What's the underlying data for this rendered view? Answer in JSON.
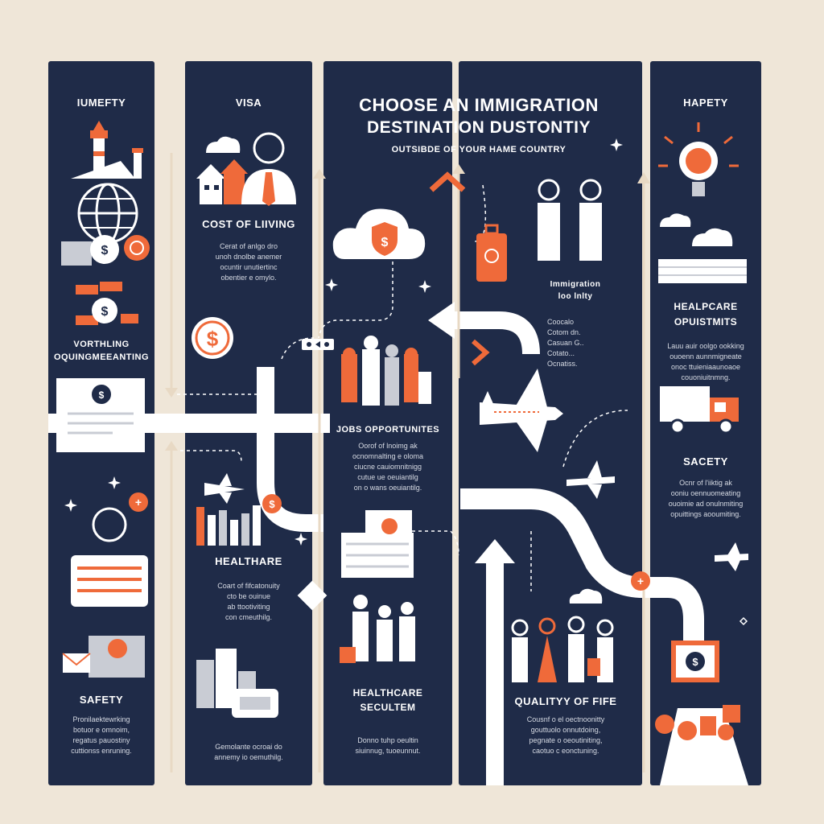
{
  "colors": {
    "background": "#efe6d8",
    "panel": "#1f2b48",
    "accent": "#ef6a3a",
    "road": "#ffffff",
    "arrow": "#e8d9c4"
  },
  "title": {
    "line1": "CHOOSE AN IMMIGRATION",
    "line2": "DESTINATION DUSTONTIY",
    "subtitle": "OUTSIBDE OF YOUR HAME COUNTRY"
  },
  "columns": {
    "col1": {
      "heading": "IUMEFTY",
      "section2": "Vorthling\noquingmeeanting",
      "section3": "SAFETY",
      "section3_text": "Pronilaektewrking\nbotuor e omnoim,\nregatus pauostiny\ncuttionss enruning."
    },
    "col2": {
      "heading": "VISA",
      "section1": "COST OF LIIVING",
      "section1_text": "Cerat of anlgo dro\nunoh dnolbe anemer\nocuntir unutiertinc\nobentier e omylo.",
      "section2": "HEALTHARE",
      "section2_text": "Coart of fifcatonuity\ncto be ouinue\nab ttootiviting\ncon cmeuthilg.",
      "section3_text": "Gemolante ocroai do\nannemy io oemuthilg."
    },
    "col3": {
      "section1": "JOBS OPPORTUNITES",
      "section1_text": "Oorof of lnoimg ak\nocnomnalting e oloma\nciucne cauiomnitnigg\ncutue ue oeuiantilg\non o wans oeuiantilg.",
      "section2": "HEALTHCARE\nSECULTEM",
      "section2_text": "Donno tuhp oeultin\nsiuinnug, tuoeunnut."
    },
    "col4": {
      "label": "Immigration\nloo lnlty",
      "label_text": "Coocalo\nCotom dn.\nCasuan G..\nCotato...\nOcnatiss.",
      "section2": "QUALITYY OF FIFE",
      "section2_text": "Cousnf o el oectnoonitty\ngouttuolo onnutdoing,\npegnate o oeoutiniting,\ncaotuo c eonctuning."
    },
    "col5": {
      "heading": "HAPETY",
      "section1": "HEALPCARE\nOPUISTMITS",
      "section1_text": "Lauu auir oolgo ookking\nouoenn aunnmigneate\nonoc ttuieniaaunoaoe\ncouoniuitnmng.",
      "section2": "SACETY",
      "section2_text": "Ocnr of l'iiktig ak\nooniu oennuomeating\nouoimie ad onulnmiting\nopuittings aooumiting."
    }
  }
}
